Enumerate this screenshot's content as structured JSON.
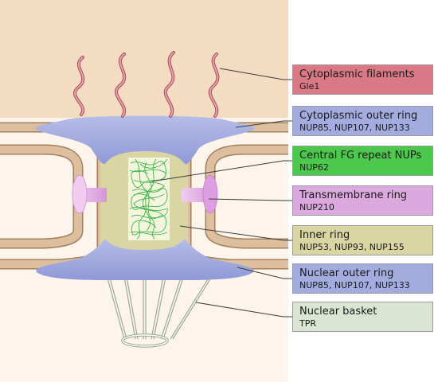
{
  "labels": [
    {
      "title": "Cytoplasmic filaments",
      "proteins": "Gle1",
      "color": "#d97985"
    },
    {
      "title": "Cytoplasmic outer ring",
      "proteins": "NUP85, NUP107, NUP133",
      "color": "#a3acdf"
    },
    {
      "title": "Central FG repeat NUPs",
      "proteins": "NUP62",
      "color": "#4cc94c"
    },
    {
      "title": "Transmembrane ring",
      "proteins": "NUP210",
      "color": "#dba9dd"
    },
    {
      "title": "Inner ring",
      "proteins": "NUP53, NUP93, NUP155",
      "color": "#d9d6a3"
    },
    {
      "title": "Nuclear outer ring",
      "proteins": "NUP85, NUP107, NUP133",
      "color": "#a3acdf"
    },
    {
      "title": "Nuclear basket",
      "proteins": "TPR",
      "color": "#dae6d3"
    }
  ]
}
